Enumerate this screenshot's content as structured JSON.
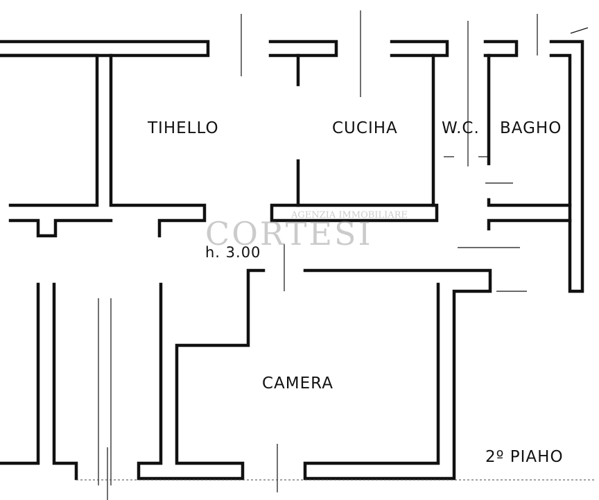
{
  "rooms": {
    "tinello": "TIHELLO",
    "cucina": "CUCIHA",
    "wc": "W.C.",
    "bagno": "BAGHO",
    "camera": "CAMERA"
  },
  "height_note": "h. 3.00",
  "floor_label": "2º PIAHO",
  "watermark": {
    "line1": "AGENZIA IMMOBILIARE",
    "line2": "CORTESI"
  }
}
